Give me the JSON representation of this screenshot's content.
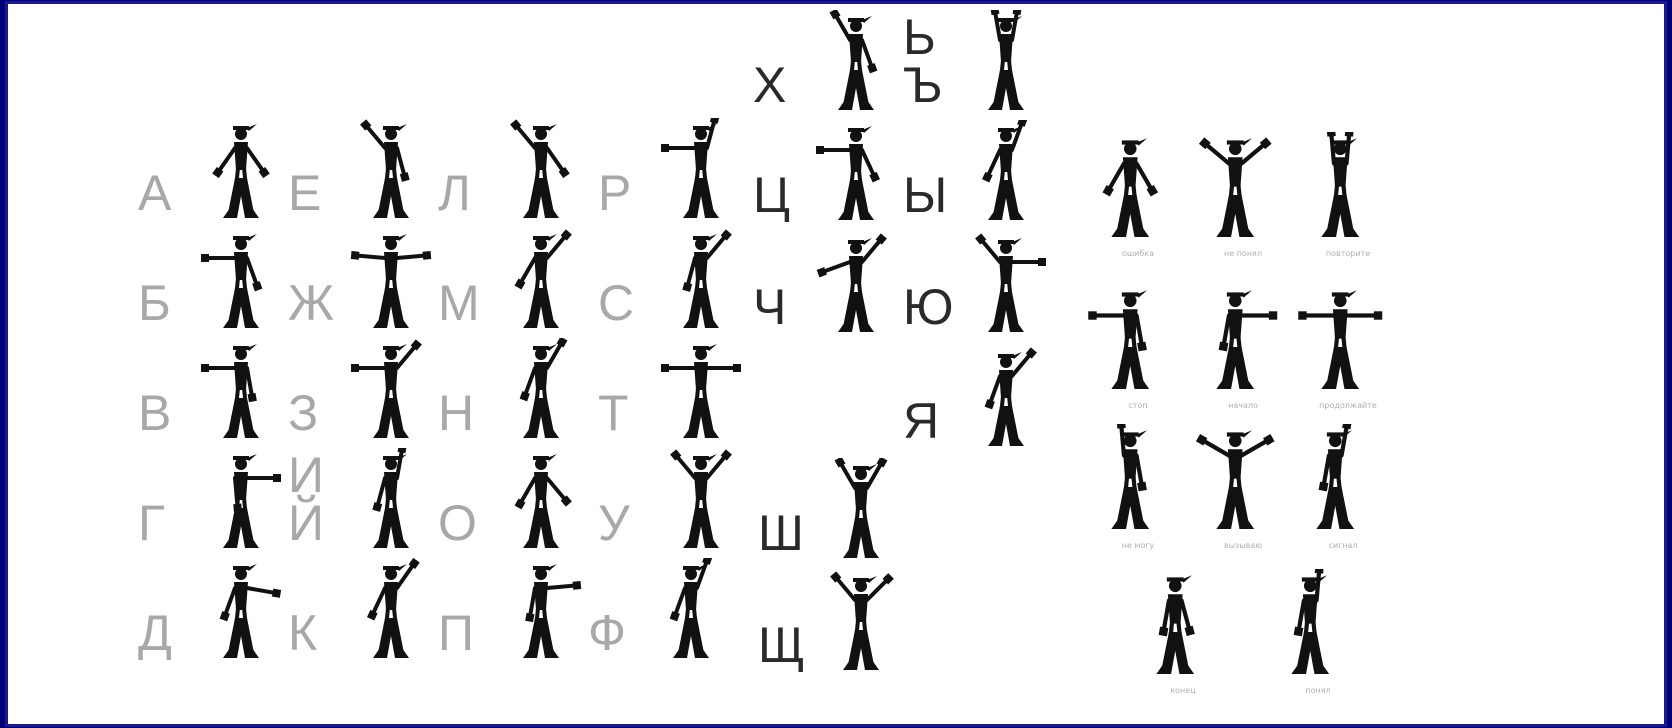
{
  "background_color": "#00007a",
  "panel_color": "#ffffff",
  "figure_color": "#111111",
  "letter_color": "#a8a8a8",
  "alphabet": [
    {
      "label": "А",
      "pose": "arms-down-out"
    },
    {
      "label": "Б",
      "pose": "left-out-right-down"
    },
    {
      "label": "В",
      "pose": "left-out-right-down2"
    },
    {
      "label": "Г",
      "pose": "right-out"
    },
    {
      "label": "Д",
      "pose": "right-out-down"
    },
    {
      "label": "Е",
      "pose": "left-up-diag"
    },
    {
      "label": "Ж",
      "pose": "both-out"
    },
    {
      "label": "З",
      "pose": "left-out-right-up"
    },
    {
      "label": "И",
      "label2": "Й",
      "pose": "right-up"
    },
    {
      "label": "К",
      "pose": "right-up-left-down"
    },
    {
      "label": "Л",
      "pose": "left-up-right-down"
    },
    {
      "label": "М",
      "pose": "right-up-left-down2"
    },
    {
      "label": "Н",
      "pose": "right-up-small"
    },
    {
      "label": "О",
      "pose": "both-down-close"
    },
    {
      "label": "П",
      "pose": "right-out-up"
    },
    {
      "label": "Р",
      "pose": "left-out-right-up2"
    },
    {
      "label": "С",
      "pose": "right-up-left-down3"
    },
    {
      "label": "Т",
      "pose": "both-out-flags"
    },
    {
      "label": "У",
      "pose": "both-up-v"
    },
    {
      "label": "Ф",
      "pose": "right-up-left-down4"
    },
    {
      "label": "Х",
      "pose": "left-up-right-down2"
    },
    {
      "label": "Ц",
      "pose": "left-out-right-down3"
    },
    {
      "label": "Ч",
      "pose": "right-up-left-out"
    },
    {
      "label": "Ш",
      "pose": "both-up-v2"
    },
    {
      "label": "Щ",
      "pose": "both-up-v3"
    },
    {
      "label": "Ь",
      "label2": "Ъ",
      "pose": "both-up-straight"
    },
    {
      "label": "Ы",
      "pose": "right-up-left-down5"
    },
    {
      "label": "Ю",
      "pose": "left-up-right-out"
    },
    {
      "label": "Я",
      "pose": "right-up-diag"
    }
  ],
  "signals": [
    {
      "caption": "ошибка",
      "pose": "both-down-circle"
    },
    {
      "caption": "не понял",
      "pose": "both-up-arc"
    },
    {
      "caption": "повторите",
      "pose": "both-up-vert"
    },
    {
      "caption": "стоп",
      "pose": "left-out-arc"
    },
    {
      "caption": "начало",
      "pose": "right-out-small"
    },
    {
      "caption": "продолжайте",
      "pose": "both-out-dots"
    },
    {
      "caption": "не могу",
      "pose": "left-circle"
    },
    {
      "caption": "вызываю",
      "pose": "both-up-arc2"
    },
    {
      "caption": "сигнал",
      "pose": "right-up-arc"
    },
    {
      "caption": "конец",
      "pose": "left-down-arc"
    },
    {
      "caption": "понял",
      "pose": "right-up-vert"
    }
  ]
}
